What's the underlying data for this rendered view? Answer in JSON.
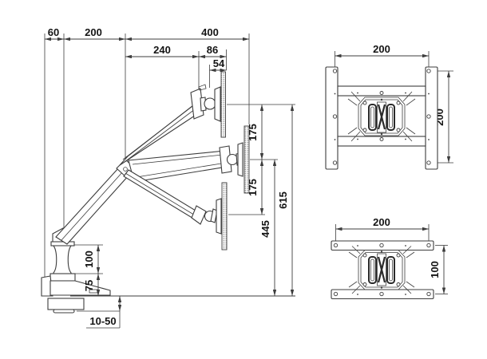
{
  "style": {
    "background": "#ffffff",
    "line_color": "#3d3d3d",
    "text_color": "#141414"
  },
  "dimensions": {
    "side_view": {
      "pole_offset": "60",
      "lower_arm": "200",
      "upper_arm": "400",
      "forearm": "240",
      "bracket": "86",
      "pivot_to_screen": "54",
      "raise_top": "175",
      "raise_mid": "175",
      "mid_height": "445",
      "top_height": "615",
      "pole_body": "100",
      "pole_base": "75",
      "desk_thickness": "10-50"
    },
    "vesa_plate_200x200": {
      "width": "200",
      "height": "200"
    },
    "vesa_plate_200x100": {
      "width": "200",
      "height": "100"
    }
  }
}
